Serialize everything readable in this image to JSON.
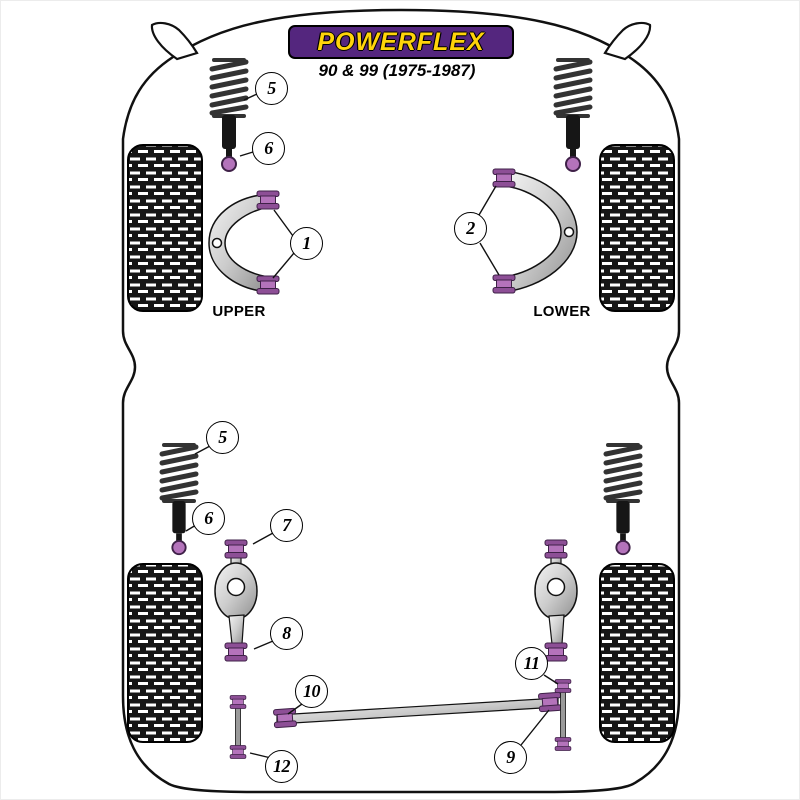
{
  "title": {
    "logo": "POWERFLEX",
    "subtitle": "90 & 99 (1975-1987)"
  },
  "labels": {
    "upper": "UPPER",
    "lower": "LOWER"
  },
  "callouts": [
    {
      "num": "5",
      "target": "front-left-spring"
    },
    {
      "num": "6",
      "target": "front-left-shock-bushing"
    },
    {
      "num": "1",
      "target": "front-upper-wishbone-bushings"
    },
    {
      "num": "2",
      "target": "front-lower-wishbone-bushings"
    },
    {
      "num": "5",
      "target": "rear-left-spring"
    },
    {
      "num": "6",
      "target": "rear-left-shock"
    },
    {
      "num": "7",
      "target": "rear-trailing-arm-top-bushing"
    },
    {
      "num": "8",
      "target": "rear-trailing-arm-bottom-bushing"
    },
    {
      "num": "10",
      "target": "anti-roll-bar-left-mount"
    },
    {
      "num": "12",
      "target": "left-drop-link-bushings"
    },
    {
      "num": "11",
      "target": "right-drop-link-bushings"
    },
    {
      "num": "9",
      "target": "anti-roll-bar-right-mount"
    }
  ],
  "colors": {
    "logo_bg": "#54267e",
    "logo_text": "#ffd40a",
    "bushing": "#b473bb",
    "bushing_dark": "#8d4f96",
    "metal_dark": "#8f8f8f",
    "line": "#111111"
  }
}
